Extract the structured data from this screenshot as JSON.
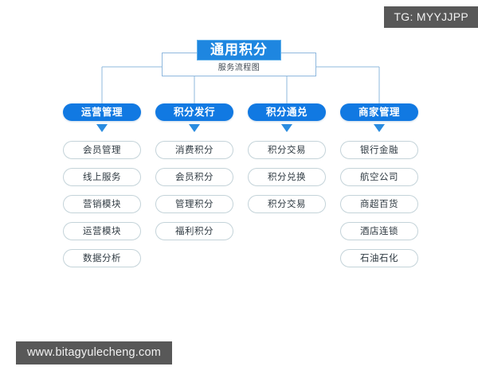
{
  "diagram": {
    "title": "通用积分",
    "subtitle": "服务流程图",
    "columns": [
      {
        "header": "运营管理",
        "items": [
          "会员管理",
          "线上服务",
          "营销模块",
          "运营模块",
          "数据分析"
        ]
      },
      {
        "header": "积分发行",
        "items": [
          "消费积分",
          "会员积分",
          "管理积分",
          "福利积分"
        ]
      },
      {
        "header": "积分通兑",
        "items": [
          "积分交易",
          "积分兑换",
          "积分交易"
        ]
      },
      {
        "header": "商家管理",
        "items": [
          "银行金融",
          "航空公司",
          "商超百货",
          "酒店连锁",
          "石油石化"
        ]
      }
    ]
  },
  "watermarks": {
    "top_right": "TG: MYYJJPP",
    "bottom_left": "www.bitagyulecheng.com"
  },
  "colors": {
    "accent_blue": "#1179e2",
    "title_blue": "#1e86e0",
    "connector_line": "#8fb8de",
    "arrow_blue": "#2a8ce0",
    "item_border": "#c4d3d9",
    "watermark_bg": "#585858",
    "background": "#ffffff"
  }
}
